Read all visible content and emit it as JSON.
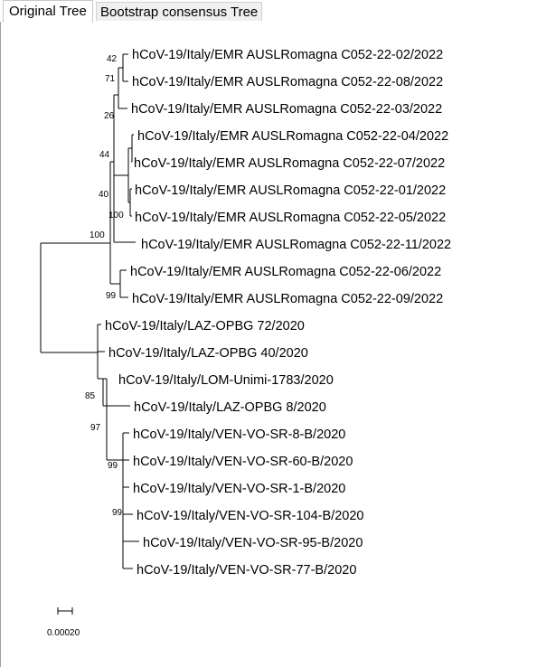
{
  "tabs": [
    {
      "label": "Original Tree",
      "active": true
    },
    {
      "label": "Bootstrap consensus Tree",
      "active": false
    }
  ],
  "leaves": [
    "hCoV-19/Italy/EMR AUSLRomagna C052-22-02/2022",
    "hCoV-19/Italy/EMR AUSLRomagna C052-22-08/2022",
    "hCoV-19/Italy/EMR AUSLRomagna C052-22-03/2022",
    "hCoV-19/Italy/EMR AUSLRomagna C052-22-04/2022",
    "hCoV-19/Italy/EMR AUSLRomagna C052-22-07/2022",
    "hCoV-19/Italy/EMR AUSLRomagna C052-22-01/2022",
    "hCoV-19/Italy/EMR AUSLRomagna C052-22-05/2022",
    "hCoV-19/Italy/EMR AUSLRomagna C052-22-11/2022",
    "hCoV-19/Italy/EMR AUSLRomagna C052-22-06/2022",
    "hCoV-19/Italy/EMR AUSLRomagna C052-22-09/2022",
    "hCoV-19/Italy/LAZ-OPBG 72/2020",
    "hCoV-19/Italy/LAZ-OPBG 40/2020",
    "hCoV-19/Italy/LOM-Unimi-1783/2020",
    "hCoV-19/Italy/LAZ-OPBG 8/2020",
    "hCoV-19/Italy/VEN-VO-SR-8-B/2020",
    "hCoV-19/Italy/VEN-VO-SR-60-B/2020",
    "hCoV-19/Italy/VEN-VO-SR-1-B/2020",
    "hCoV-19/Italy/VEN-VO-SR-104-B/2020",
    "hCoV-19/Italy/VEN-VO-SR-95-B/2020",
    "hCoV-19/Italy/VEN-VO-SR-77-B/2020"
  ],
  "bootstrap": [
    "42",
    "71",
    "26",
    "44",
    "40",
    "100",
    "100",
    "99",
    "85",
    "97",
    "99",
    "99"
  ],
  "scale_bar": {
    "label": "0.00020"
  }
}
